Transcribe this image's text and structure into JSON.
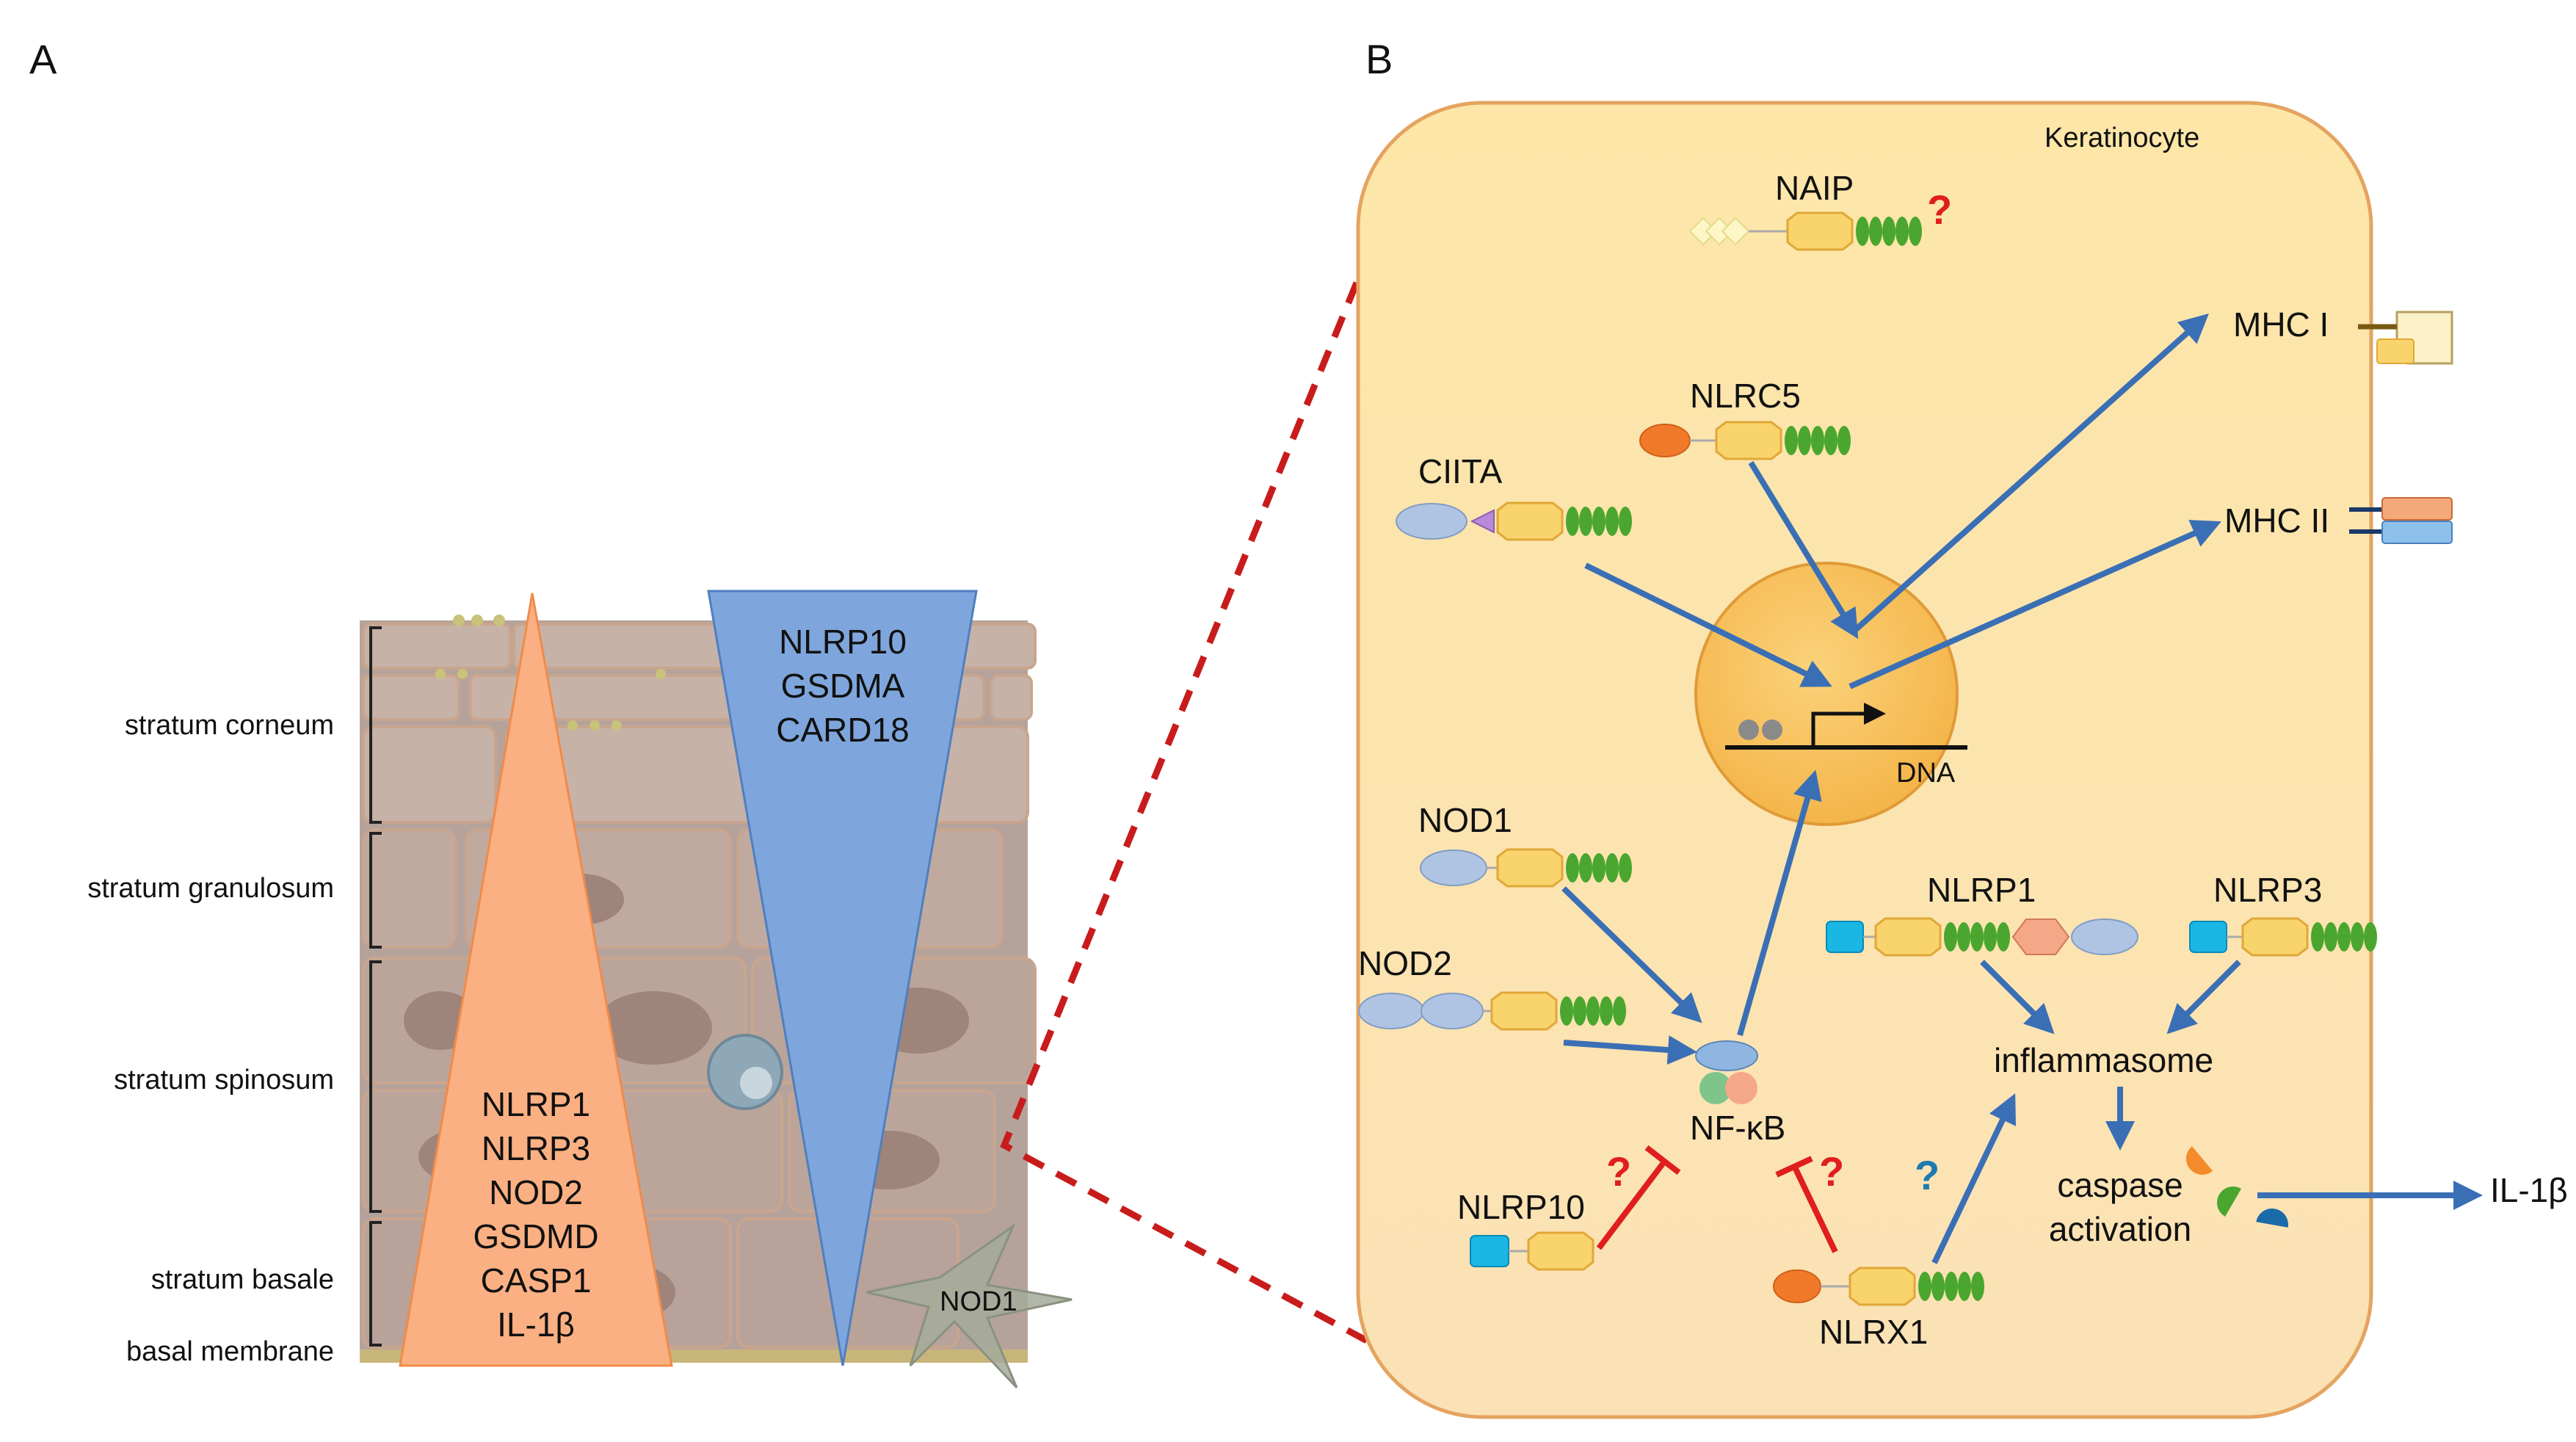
{
  "panels": {
    "a": "A",
    "b": "B"
  },
  "layers": [
    "stratum corneum",
    "stratum granulosum",
    "stratum spinosum",
    "stratum basale",
    "basal membrane"
  ],
  "blue_triangle": [
    "NLRP10",
    "GSDMA",
    "CARD18"
  ],
  "orange_triangle": [
    "NLRP1",
    "NLRP3",
    "NOD2",
    "GSDMD",
    "CASP1",
    "IL-1β"
  ],
  "nod1_cell": "NOD1",
  "cell": {
    "title": "Keratinocyte",
    "naip": "NAIP",
    "nlrc5": "NLRC5",
    "ciita": "CIITA",
    "nod1": "NOD1",
    "nod2": "NOD2",
    "nlrp1": "NLRP1",
    "nlrp3": "NLRP3",
    "nlrp10": "NLRP10",
    "nlrx1": "NLRX1",
    "mhc1": "MHC I",
    "mhc2": "MHC II",
    "dna": "DNA",
    "nfkb": "NF-κB",
    "inflammasome": "inflammasome",
    "caspase1": "caspase",
    "caspase2": "activation",
    "il1b": "IL-1β",
    "question": "?"
  },
  "colors": {
    "orange_triangle": "#fbb083",
    "blue_triangle": "#7ea6dc",
    "cell_fill": "#fde8b0",
    "nucleus": "#f9c45e",
    "arrow": "#3a6fb5",
    "inhibition": "#e01e1e",
    "lrr": "#4aa62f",
    "nacht": "#f9d36b"
  }
}
